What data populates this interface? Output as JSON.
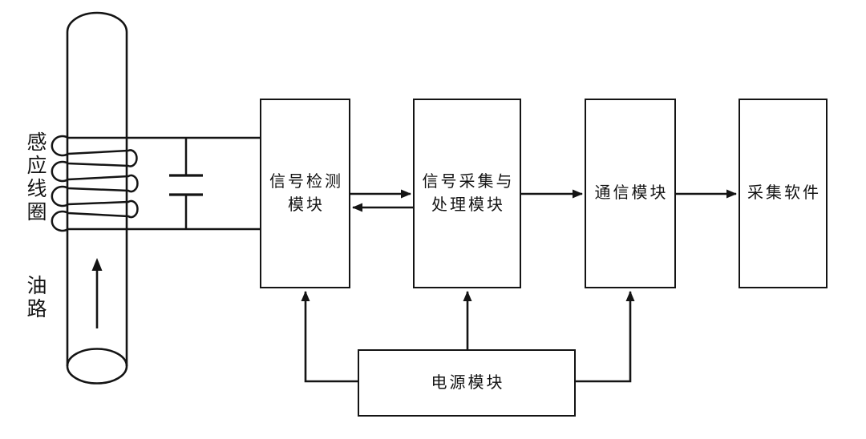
{
  "colors": {
    "line": "#141414",
    "background": "#ffffff",
    "text": "#141414"
  },
  "sensor": {
    "coil_label": "感应线圈",
    "oil_path_label": "油路",
    "flow_direction": "up",
    "components": [
      "induction-coil",
      "capacitor",
      "oil-pipe"
    ]
  },
  "modules": {
    "signal_detection": {
      "lines": [
        "信号检测",
        "模块"
      ]
    },
    "signal_processing": {
      "lines": [
        "信号采集与",
        "处理模块"
      ]
    },
    "communication": {
      "lines": [
        "通信模块"
      ]
    },
    "software": {
      "lines": [
        "采集软件"
      ]
    },
    "power": {
      "lines": [
        "电源模块"
      ]
    }
  },
  "connections": [
    {
      "from": "coil-capacitor-tank",
      "to": "signal_detection",
      "type": "two-wire"
    },
    {
      "from": "signal_detection",
      "to": "signal_processing",
      "type": "arrow"
    },
    {
      "from": "signal_processing",
      "to": "signal_detection",
      "type": "arrow"
    },
    {
      "from": "signal_processing",
      "to": "communication",
      "type": "arrow"
    },
    {
      "from": "communication",
      "to": "software",
      "type": "arrow"
    },
    {
      "from": "power",
      "to": "signal_detection",
      "type": "arrow"
    },
    {
      "from": "power",
      "to": "signal_processing",
      "type": "arrow"
    },
    {
      "from": "power",
      "to": "communication",
      "type": "arrow"
    }
  ]
}
